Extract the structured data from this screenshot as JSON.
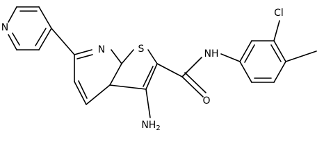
{
  "molecule": {
    "atom_labels": {
      "pyridine_n": "N",
      "core_n": "N",
      "sulfur": "S",
      "amide_nh": "NH",
      "amine": "NH2",
      "amine_subscript": "2",
      "oxygen": "O",
      "chlorine": "Cl"
    },
    "colors": {
      "bond": "#000000",
      "label": "#000000",
      "background": "#ffffff"
    }
  }
}
